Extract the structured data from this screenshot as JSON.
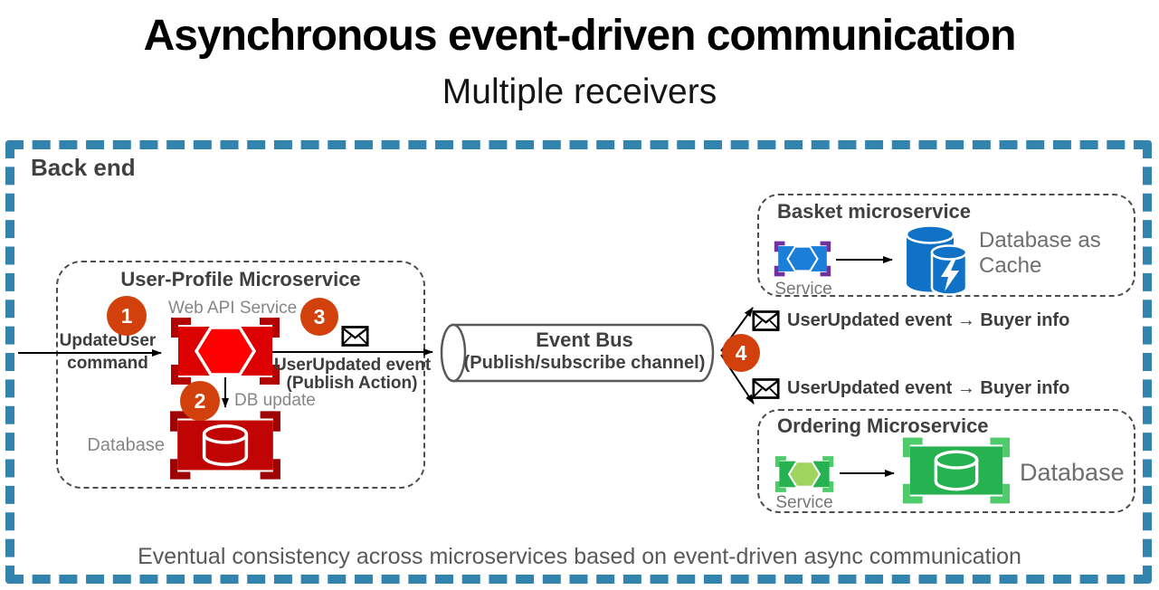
{
  "title": "Asynchronous event-driven communication",
  "subtitle": "Multiple receivers",
  "backend": {
    "label": "Back end",
    "caption": "Eventual consistency across microservices based on event-driven async communication"
  },
  "user_profile": {
    "title": "User-Profile Microservice",
    "web_api_label": "Web API Service",
    "database_label": "Database",
    "update_user_line1": "UpdateUser",
    "update_user_line2": "command",
    "db_update_label": "DB update",
    "publish_line1": "UserUpdated event",
    "publish_line2": "(Publish Action)",
    "badges": {
      "step1": "1",
      "step2": "2",
      "step3": "3"
    }
  },
  "event_bus": {
    "line1": "Event Bus",
    "line2": "(Publish/subscribe channel)",
    "badge": "4"
  },
  "messages": {
    "to_basket": "UserUpdated event → Buyer info",
    "to_ordering": "UserUpdated event → Buyer info"
  },
  "basket": {
    "title": "Basket microservice",
    "service_label": "Service",
    "cache_line1": "Database as",
    "cache_line2": "Cache"
  },
  "ordering": {
    "title": "Ordering Microservice",
    "service_label": "Service",
    "database_label": "Database"
  },
  "colors": {
    "boundary_blue": "#3383AF",
    "badge_orange": "#D2410C",
    "red_service_box": "#DC0000",
    "red_service_bracket": "#B30000",
    "red_hexagon": "#FF0000",
    "red_db_box": "#C00404",
    "blue_service_box": "#1B7FD9",
    "purple_bracket": "#7030A0",
    "redis_blue": "#1072C6",
    "green_box": "#26B250",
    "green_bracket": "#4FCB6B",
    "green_hexagon": "#9ED55E",
    "title_gray": "#404040",
    "label_gray": "#868686"
  }
}
